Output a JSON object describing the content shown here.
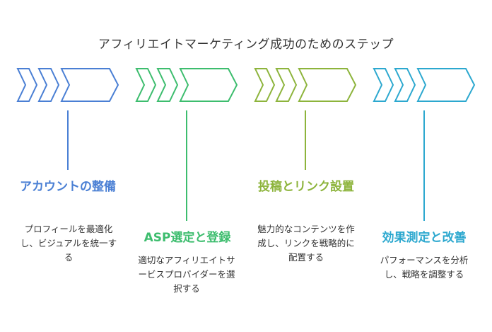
{
  "title": "アフィリエイトマーケティング成功のためのステップ",
  "steps": [
    {
      "heading": "アカウントの整備",
      "description": "プロフィールを最適化し、ビジュアルを統一する",
      "color": "#4a7fd4"
    },
    {
      "heading": "ASP選定と登録",
      "description": "適切なアフィリエイトサービスプロバイダーを選択する",
      "color": "#3dbd6e"
    },
    {
      "heading": "投稿とリンク設置",
      "description": "魅力的なコンテンツを作成し、リンクを戦略的に配置する",
      "color": "#8db43c"
    },
    {
      "heading": "効果測定と改善",
      "description": "パフォーマンスを分析し、戦略を調整する",
      "color": "#2ca8cf"
    }
  ]
}
